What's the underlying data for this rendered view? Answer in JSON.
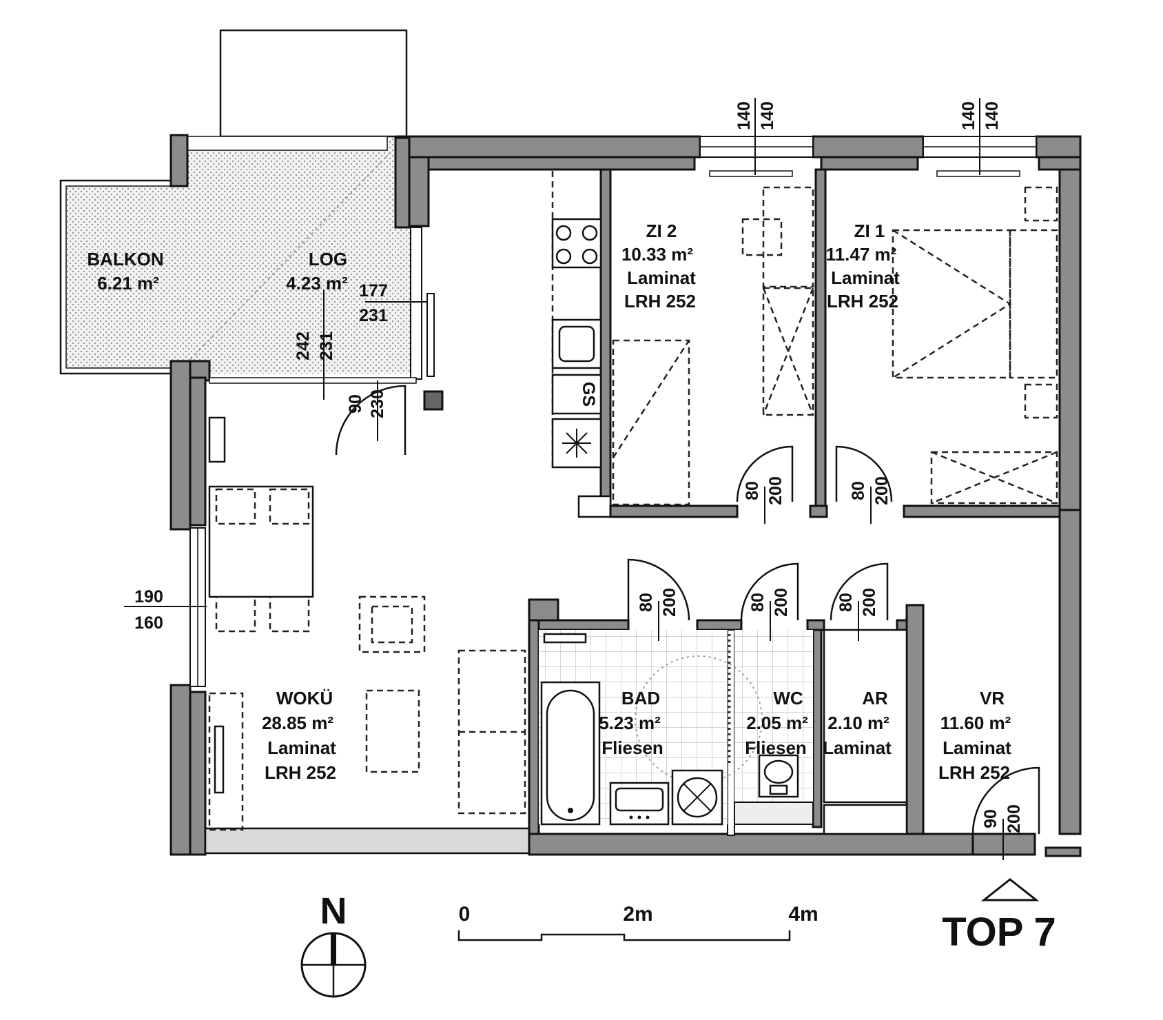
{
  "rooms": {
    "balkon": {
      "name": "BALKON",
      "area": "6.21  m²"
    },
    "log": {
      "name": "LOG",
      "area": "4.23  m²"
    },
    "zi2": {
      "name": "ZI 2",
      "area": "10.33  m²",
      "floor": "Laminat",
      "lrh": "LRH 252"
    },
    "zi1": {
      "name": "ZI 1",
      "area": "11.47  m²",
      "floor": "Laminat",
      "lrh": "LRH 252"
    },
    "woku": {
      "name": "WOKÜ",
      "area": "28.85  m²",
      "floor": "Laminat",
      "lrh": "LRH 252"
    },
    "bad": {
      "name": "BAD",
      "area": "5.23  m²",
      "floor": "Fliesen"
    },
    "wc": {
      "name": "WC",
      "area": "2.05  m²",
      "floor": "Fliesen"
    },
    "ar": {
      "name": "AR",
      "area": "2.10  m²",
      "floor": "Laminat"
    },
    "vr": {
      "name": "VR",
      "area": "11.60  m²",
      "floor": "Laminat",
      "lrh": "LRH 252"
    }
  },
  "dims": {
    "log_177": "177",
    "log_231": "231",
    "log_v_242": "242",
    "log_v_231": "231",
    "door_log_90": "90",
    "door_log_230": "230",
    "win_190": "190",
    "win_160": "160",
    "zi2_win_a": "140",
    "zi2_win_b": "140",
    "zi1_win_a": "140",
    "zi1_win_b": "140",
    "zi2_door_a": "80",
    "zi2_door_b": "200",
    "zi1_door_a": "80",
    "zi1_door_b": "200",
    "bad_door_a": "80",
    "bad_door_b": "200",
    "wc_door_a": "80",
    "wc_door_b": "200",
    "ar_door_a": "80",
    "ar_door_b": "200",
    "vr_door_a": "90",
    "vr_door_b": "200"
  },
  "appliance_label": "GS",
  "compass": {
    "label": "N"
  },
  "scale": {
    "labels": [
      "0",
      "2m",
      "4m"
    ]
  },
  "unit": {
    "label": "TOP 7"
  },
  "colors": {
    "wall": "#8c8c8c",
    "line": "#111111",
    "hatch": "#e6e6e6"
  }
}
